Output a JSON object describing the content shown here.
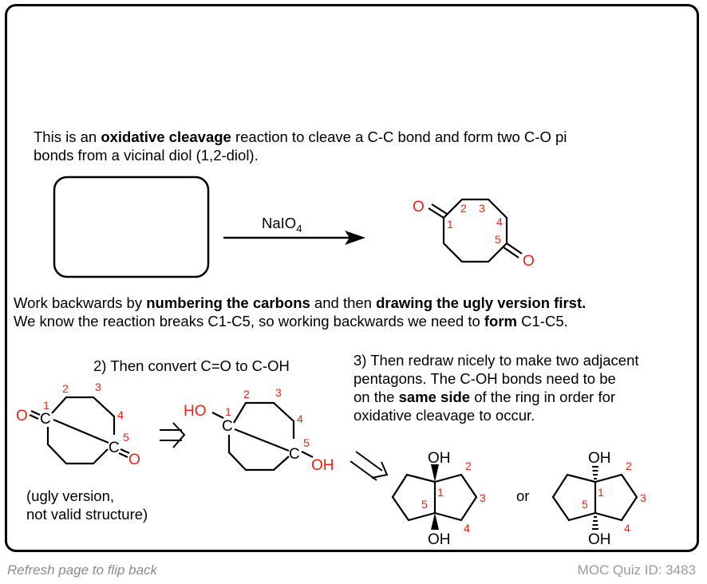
{
  "intro": {
    "line1_pre": "This is an ",
    "line1_bold": "oxidative cleavage",
    "line1_post": " reaction to cleave a C-C bond and form two C-O pi",
    "line2": "bonds from a vicinal diol (1,2-diol)."
  },
  "reaction": {
    "reagent": "NaIO",
    "reagent_sub": "4",
    "product_labels": {
      "O_top": "O",
      "O_bottom": "O",
      "n1": "1",
      "n2": "2",
      "n3": "3",
      "n4": "4",
      "n5": "5"
    }
  },
  "work_backwards": {
    "l1_a": "Work backwards by ",
    "l1_b": "numbering the carbons",
    "l1_c": " and then ",
    "l1_d": "drawing the ugly version first.",
    "l2_a": "We know the reaction breaks C1-C5, so working backwards we need to ",
    "l2_b": "form",
    "l2_c": " C1-C5."
  },
  "step2": {
    "title": "2) Then convert C=O to C-OH"
  },
  "step3": {
    "line1": "3) Then redraw nicely to make two adjacent",
    "line2": "pentagons. The C-OH bonds need to be",
    "line3_a": "on the ",
    "line3_b": "same side",
    "line3_c": " of the ring in order for",
    "line4": "oxidative cleavage to occur."
  },
  "ugly": {
    "caption1": "(ugly version,",
    "caption2": "not valid structure)",
    "O": "O",
    "C": "C",
    "n1": "1",
    "n2": "2",
    "n3": "3",
    "n4": "4",
    "n5": "5"
  },
  "diol": {
    "HO": "HO",
    "OH": "OH",
    "C": "C",
    "n1": "1",
    "n2": "2",
    "n3": "3",
    "n4": "4",
    "n5": "5"
  },
  "bicyclic": {
    "OH": "OH",
    "or": "or",
    "n1": "1",
    "n2": "2",
    "n3": "3",
    "n4": "4",
    "n5": "5"
  },
  "footer": {
    "flip": "Refresh page to flip back",
    "quiz_id": "MOC Quiz ID: 3483"
  },
  "colors": {
    "label_red": "#ee2211",
    "footer_gray": "#8a8a8a"
  }
}
